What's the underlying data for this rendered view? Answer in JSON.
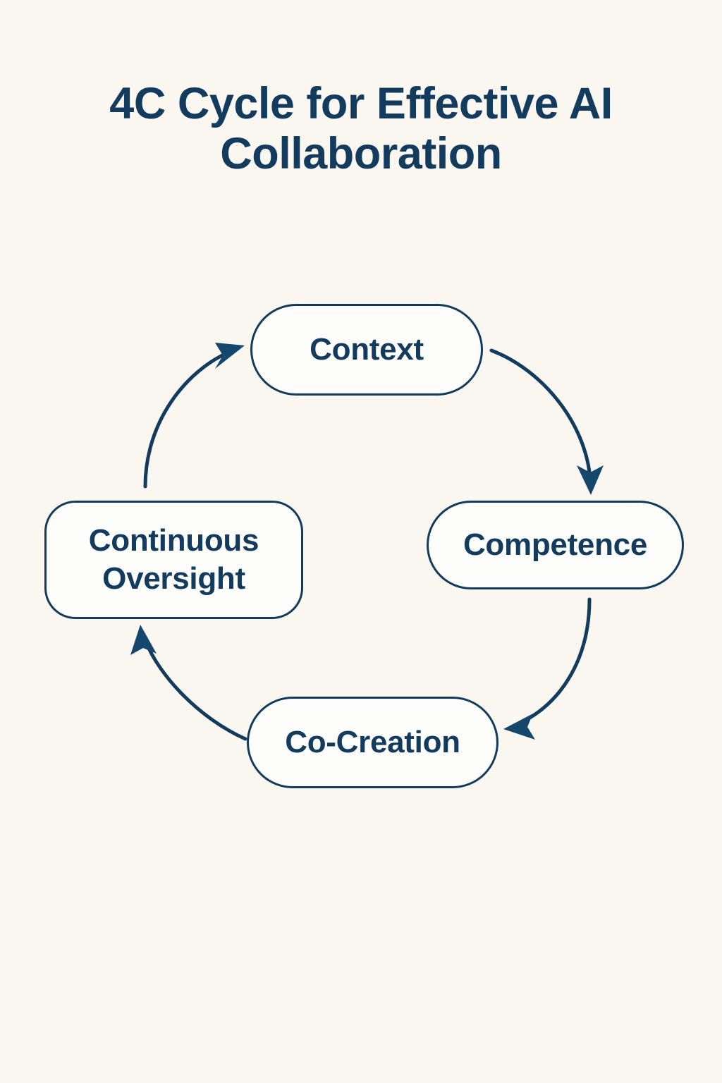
{
  "page": {
    "title": "4C Cycle for Effective AI Collaboration",
    "background_color": "#faf7f0",
    "accent_color": "#123b5e"
  },
  "diagram": {
    "type": "cycle",
    "node_fill": "#fdfdfb",
    "node_border_color": "#123b5e",
    "arrow_color": "#15466b",
    "nodes": [
      {
        "id": "context",
        "label": "Context",
        "position": "top"
      },
      {
        "id": "competence",
        "label": "Competence",
        "position": "right"
      },
      {
        "id": "cocreation",
        "label": "Co-Creation",
        "position": "bottom"
      },
      {
        "id": "oversight",
        "label": "Continuous Oversight",
        "position": "left"
      }
    ],
    "edges": [
      {
        "from": "context",
        "to": "competence",
        "direction": "clockwise"
      },
      {
        "from": "competence",
        "to": "cocreation",
        "direction": "clockwise"
      },
      {
        "from": "cocreation",
        "to": "oversight",
        "direction": "clockwise"
      },
      {
        "from": "oversight",
        "to": "context",
        "direction": "clockwise"
      }
    ]
  }
}
